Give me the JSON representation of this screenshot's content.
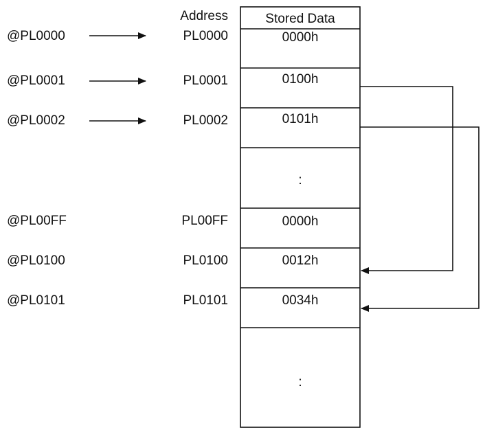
{
  "headers": {
    "address": "Address",
    "stored_data": "Stored Data"
  },
  "rows": [
    {
      "label": "@PL0000",
      "address": "PL0000",
      "value": "0000h"
    },
    {
      "label": "@PL0001",
      "address": "PL0001",
      "value": "0100h"
    },
    {
      "label": "@PL0002",
      "address": "PL0002",
      "value": "0101h"
    },
    {
      "label": "",
      "address": "",
      "value": ":"
    },
    {
      "label": "@PL00FF",
      "address": "PL00FF",
      "value": "0000h"
    },
    {
      "label": "@PL0100",
      "address": "PL0100",
      "value": "0012h"
    },
    {
      "label": "@PL0101",
      "address": "PL0101",
      "value": "0034h"
    },
    {
      "label": "",
      "address": "",
      "value": ":"
    }
  ]
}
